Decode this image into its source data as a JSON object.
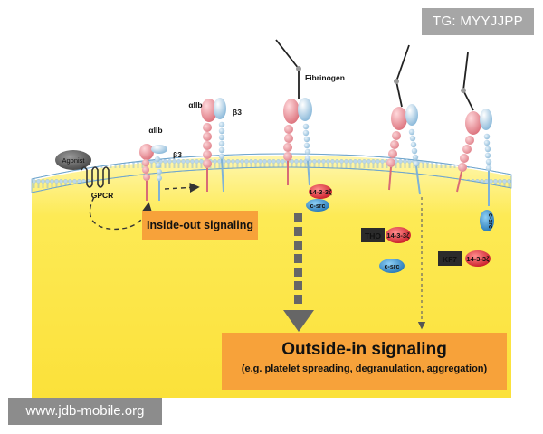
{
  "labels": {
    "agonist": "Agonist",
    "gpcr": "GPCR",
    "aiib_1": "αIIb",
    "b3_1": "β3",
    "aiib_2": "αIIb",
    "b3_2": "β3",
    "fibrinogen": "Fibrinogen",
    "protein_1433": "14-3-3ζ",
    "csrc": "c-src",
    "tho": "THO",
    "kf7": "KF7"
  },
  "callouts": {
    "inside_out": "Inside-out signaling",
    "outside_in_title": "Outside-in signaling",
    "outside_in_sub": "(e.g. platelet spreading, degranulation, aggregation)"
  },
  "watermarks": {
    "top_right": "TG: MYYJJPP",
    "bottom_left": "www.jdb-mobile.org"
  },
  "colors": {
    "cytoplasm": "#fde84a",
    "membrane": "#9fc6e2",
    "alpha_subunit": "#e8868f",
    "beta_subunit": "#a9cde6",
    "kinase_blue": "#2f82c3",
    "protein_red": "#e0323c",
    "callout_orange": "#f7a23a",
    "arrow_gray": "#6b6b6b"
  }
}
